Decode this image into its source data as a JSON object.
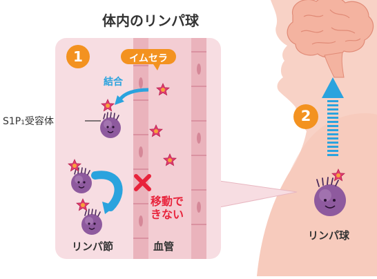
{
  "title": "体内のリンパ球",
  "step1": "1",
  "step2": "2",
  "drug": "イムセラ",
  "bind": "結合",
  "receptor_prefix": "S1P",
  "receptor_sub": "1",
  "receptor_suffix": "受容体",
  "blocked_line1": "移動で",
  "blocked_line2": "きない",
  "lymph_node": "リンパ節",
  "blood_vessel": "血管",
  "lymphocyte": "リンパ球",
  "colors": {
    "orange": "#f39220",
    "blue": "#2aa3de",
    "red": "#e8233b",
    "panel": "#f7dde2",
    "vessel": "#eab3bc",
    "cell": "#8e5a9e",
    "star": "#e03a6f",
    "body": "#f8d2c6",
    "brain": "#f4b3a0"
  },
  "icons": [
    "star-drug-icon",
    "lymphocyte-cell-icon",
    "blocked-x-icon",
    "up-arrow-icon",
    "curved-arrow-icon"
  ]
}
